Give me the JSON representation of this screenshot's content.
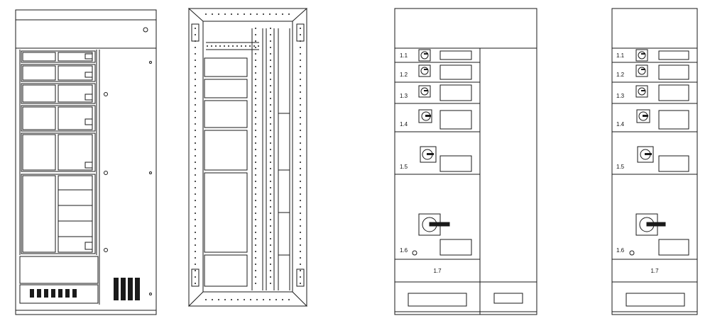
{
  "diagram": {
    "panel_c": {
      "labels": [
        "1.1",
        "1.2",
        "1.3",
        "1.4",
        "1.5",
        "1.6"
      ],
      "bottom_label": "1.7"
    },
    "panel_d": {
      "labels": [
        "1.1",
        "1.2",
        "1.3",
        "1.4",
        "1.5",
        "1.6"
      ],
      "bottom_label": "1.7"
    }
  }
}
